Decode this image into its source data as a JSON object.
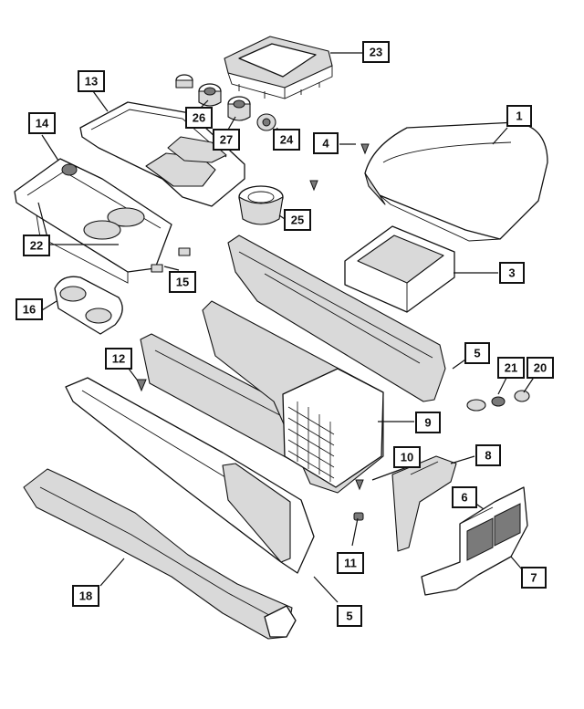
{
  "callouts": [
    {
      "id": "c1",
      "label": "1"
    },
    {
      "id": "c3",
      "label": "3"
    },
    {
      "id": "c4",
      "label": "4"
    },
    {
      "id": "c5a",
      "label": "5"
    },
    {
      "id": "c5b",
      "label": "5"
    },
    {
      "id": "c6",
      "label": "6"
    },
    {
      "id": "c7",
      "label": "7"
    },
    {
      "id": "c8",
      "label": "8"
    },
    {
      "id": "c9",
      "label": "9"
    },
    {
      "id": "c10",
      "label": "10"
    },
    {
      "id": "c11",
      "label": "11"
    },
    {
      "id": "c12",
      "label": "12"
    },
    {
      "id": "c13",
      "label": "13"
    },
    {
      "id": "c14",
      "label": "14"
    },
    {
      "id": "c15",
      "label": "15"
    },
    {
      "id": "c16",
      "label": "16"
    },
    {
      "id": "c18",
      "label": "18"
    },
    {
      "id": "c20",
      "label": "20"
    },
    {
      "id": "c21",
      "label": "21"
    },
    {
      "id": "c22",
      "label": "22"
    },
    {
      "id": "c23",
      "label": "23"
    },
    {
      "id": "c24",
      "label": "24"
    },
    {
      "id": "c25",
      "label": "25"
    },
    {
      "id": "c26",
      "label": "26"
    },
    {
      "id": "c27",
      "label": "27"
    }
  ]
}
